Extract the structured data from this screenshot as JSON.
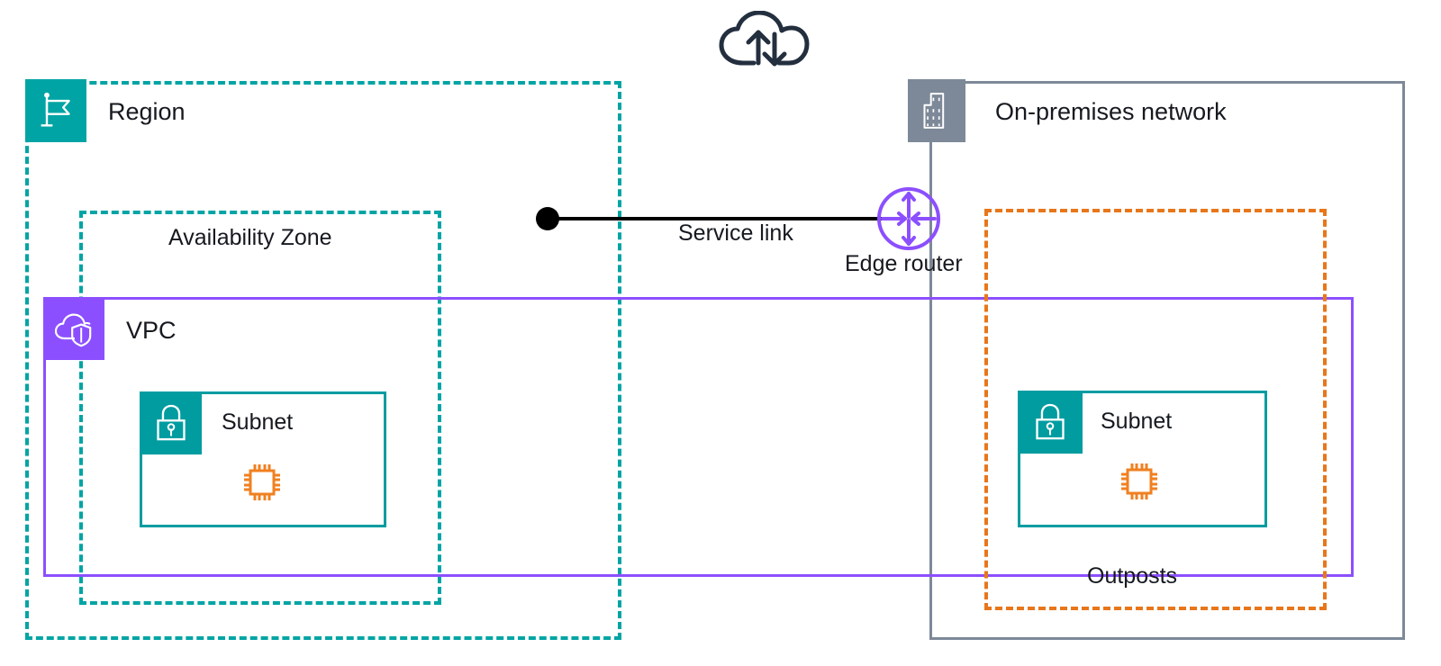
{
  "diagram": {
    "title": "AWS Outposts service link to on-premises network",
    "colors": {
      "teal": "#00A4A4",
      "teal_solid": "#009CA0",
      "purple": "#8C4FFF",
      "orange": "#E8761A",
      "gray_blue": "#7D8998",
      "navy": "#232F3E",
      "black": "#000000",
      "white": "#FFFFFF"
    },
    "groups": {
      "region": {
        "label": "Region",
        "icon": "region-flag-icon",
        "border": "dashed",
        "color": "#00A4A4"
      },
      "availability_zone": {
        "label": "Availability Zone",
        "border": "dashed",
        "color": "#00A4A4"
      },
      "vpc": {
        "label": "VPC",
        "icon": "vpc-cloud-shield-icon",
        "border": "solid",
        "color": "#8C4FFF"
      },
      "on_premises": {
        "label": "On-premises network",
        "icon": "building-icon",
        "border": "solid",
        "color": "#7D8998"
      },
      "outposts": {
        "label": "Outposts",
        "border": "dashed",
        "color": "#E8761A"
      }
    },
    "subnets": [
      {
        "label": "Subnet",
        "icon": "subnet-lock-icon",
        "resource_icon": "cpu-chip-icon",
        "side": "left"
      },
      {
        "label": "Subnet",
        "icon": "subnet-lock-icon",
        "resource_icon": "cpu-chip-icon",
        "side": "right"
      }
    ],
    "connections": [
      {
        "label": "Service link",
        "style": "solid",
        "color": "#000000",
        "from": "vpc-endpoint-dot",
        "to": "edge-router"
      }
    ],
    "nodes": [
      {
        "label": "Edge router",
        "icon": "edge-router-icon",
        "color": "#8C4FFF"
      },
      {
        "label": "",
        "icon": "cloud-transfer-icon",
        "color": "#232F3E"
      }
    ]
  }
}
